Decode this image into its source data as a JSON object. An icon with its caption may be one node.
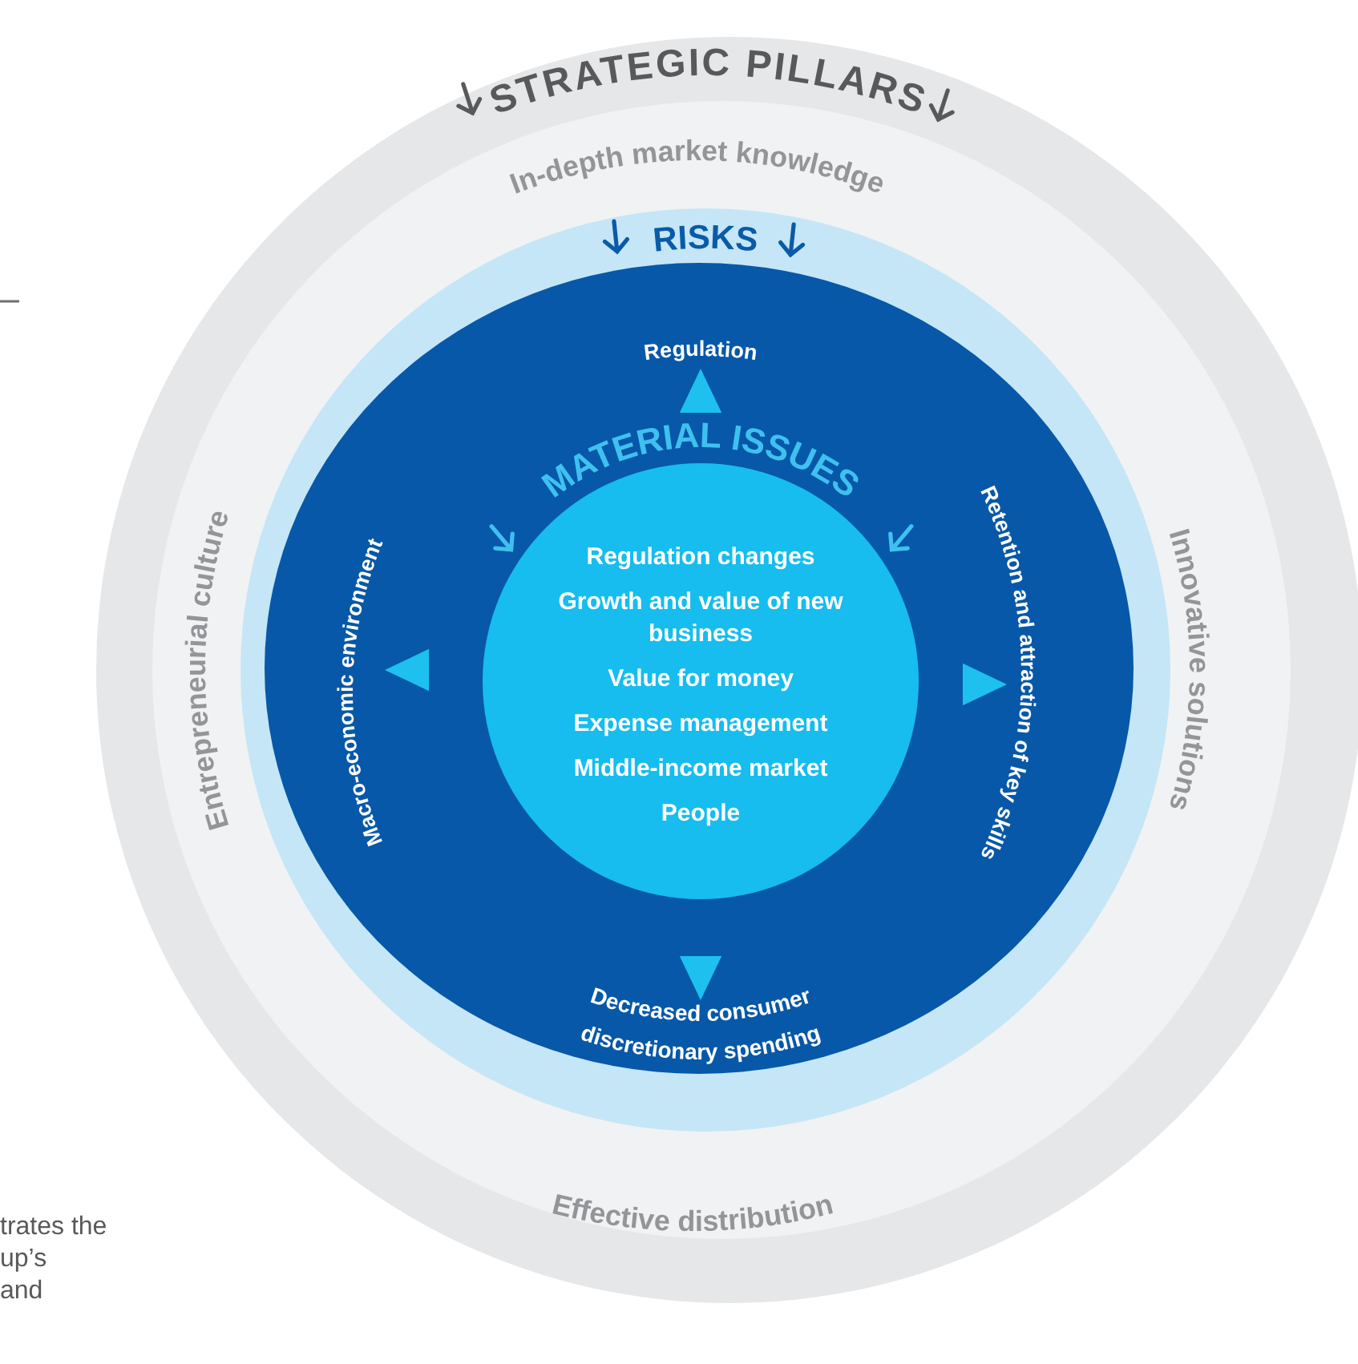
{
  "diagram": {
    "nodes": [
      {
        "text": [
          "STRATEGIC PILLARS"
        ]
      },
      {
        "text": [
          "In-depth market knowledge",
          "Entrepreneurial culture",
          "Innovative solutions",
          "Effective distribution"
        ],
        "in": 0
      },
      {
        "text": [
          "RISKS"
        ],
        "in": 1
      },
      {
        "text": [
          "Regulation",
          "Macro-economic environment",
          "Retention and attraction of key skills",
          "Decreased consumer discretionary spending"
        ],
        "in": 2
      },
      {
        "text": [
          "MATERIAL ISSUES",
          "Regulation changes",
          "Growth and value of new business",
          "Value for money",
          "Expense management",
          "Middle-income market",
          "People"
        ],
        "in": 3
      }
    ],
    "labels": [
      "trates the",
      "up’s",
      "and"
    ]
  }
}
